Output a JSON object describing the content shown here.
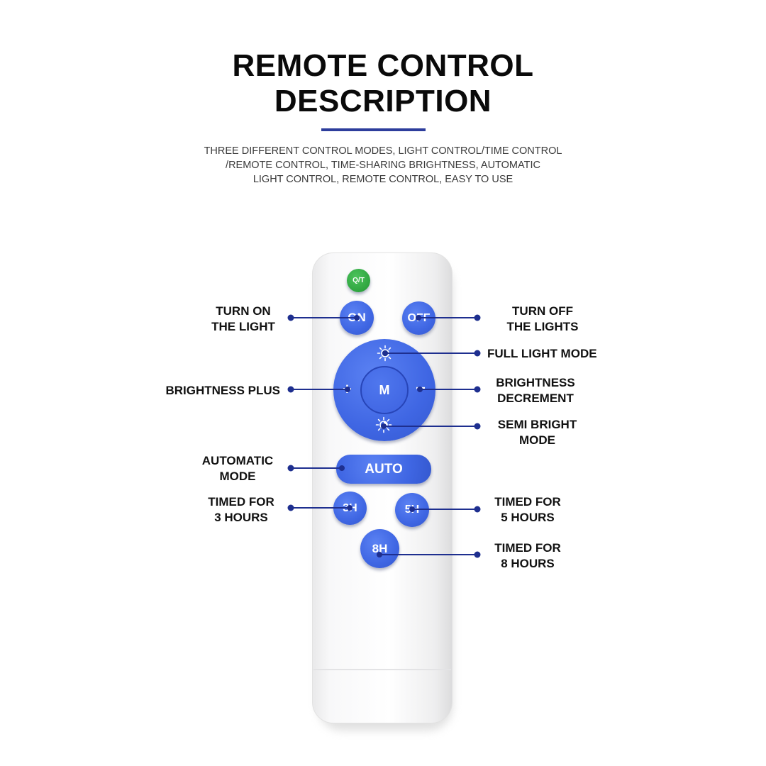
{
  "header": {
    "title_line1": "REMOTE CONTROL",
    "title_line2": "DESCRIPTION",
    "subtitle_line1": "THREE DIFFERENT CONTROL MODES, LIGHT CONTROL/TIME CONTROL",
    "subtitle_line2": "/REMOTE CONTROL, TIME-SHARING BRIGHTNESS, AUTOMATIC",
    "subtitle_line3": "LIGHT CONTROL, REMOTE CONTROL, EASY TO USE"
  },
  "colors": {
    "accent": "#2d3d9c",
    "button_blue": "#3f66e3",
    "qt_green": "#2fa540",
    "callout_line": "#1e2f8f"
  },
  "remote": {
    "qt_label": "Q/T",
    "on_label": "ON",
    "off_label": "OFF",
    "plus_label": "+",
    "m_label": "M",
    "minus_label": "−",
    "auto_label": "AUTO",
    "h3_label": "3H",
    "h5_label": "5H",
    "h8_label": "8H",
    "full_light_icon": "sun-icon",
    "semi_bright_icon": "half-sun-icon"
  },
  "callouts": {
    "turn_on_1": "TURN ON",
    "turn_on_2": "THE LIGHT",
    "turn_off_1": "TURN OFF",
    "turn_off_2": "THE LIGHTS",
    "full_light": "FULL LIGHT MODE",
    "brightness_plus": "BRIGHTNESS PLUS",
    "brightness_dec_1": "BRIGHTNESS",
    "brightness_dec_2": "DECREMENT",
    "semi_bright_1": "SEMI BRIGHT",
    "semi_bright_2": "MODE",
    "automatic_1": "AUTOMATIC",
    "automatic_2": "MODE",
    "timed3_1": "TIMED FOR",
    "timed3_2": "3 HOURS",
    "timed5_1": "TIMED FOR",
    "timed5_2": "5 HOURS",
    "timed8_1": "TIMED FOR",
    "timed8_2": "8 HOURS"
  }
}
